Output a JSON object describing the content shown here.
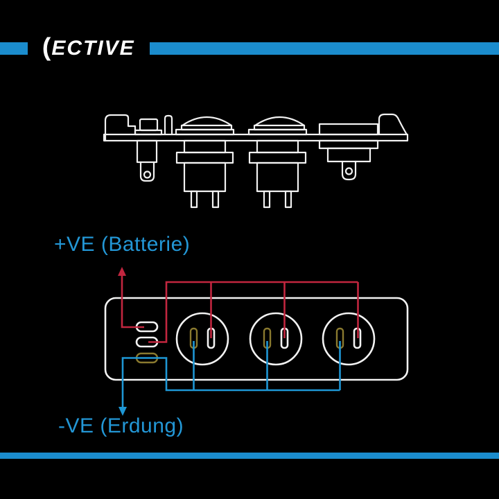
{
  "brand": {
    "logo_bracket": "(",
    "logo_text": "ECTIVE",
    "logo_bracket_icon": "bracket-icon"
  },
  "colors": {
    "background": "#000000",
    "bar_blue": "#1b8ccd",
    "accent_blue": "#2397d6",
    "wire_red": "#c2263f",
    "wire_blue": "#1e97d5",
    "contact_yellow": "#8a7a2f",
    "line_white": "#f2f2f2"
  },
  "diagram": {
    "positive_label": "+VE (Batterie)",
    "negative_label": "-VE (Erdung)",
    "positive_arrow_icon": "arrow-up-icon",
    "negative_arrow_icon": "arrow-down-icon",
    "socket_count": 3,
    "panel_terminals": 3
  }
}
